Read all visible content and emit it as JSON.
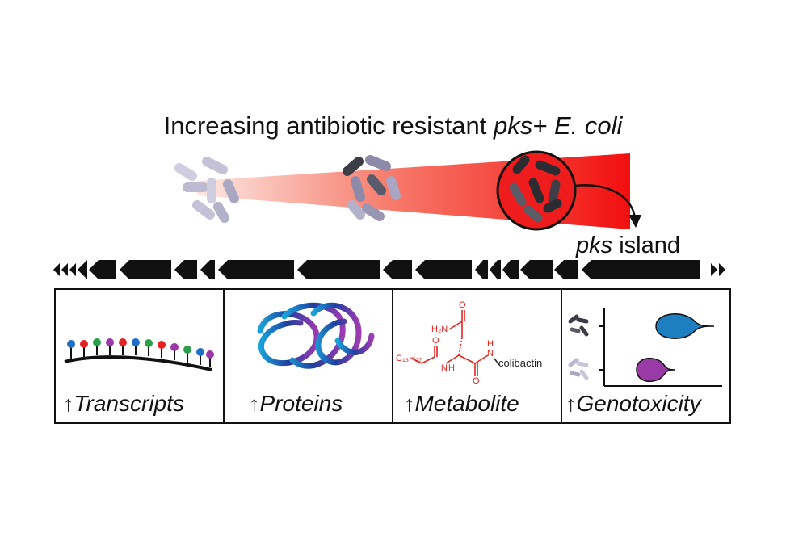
{
  "title": {
    "prefix": "Increasing antibiotic resistant ",
    "italic": "pks+ E. coli"
  },
  "island_label": {
    "italic": "pks",
    "suffix": " island"
  },
  "panels": [
    {
      "arrow": "↑",
      "label": "Transcripts"
    },
    {
      "arrow": "↑",
      "label": "Proteins"
    },
    {
      "arrow": "↑",
      "label": "Metabolite"
    },
    {
      "arrow": "↑",
      "label": "Genotoxicity"
    }
  ],
  "metabolite": {
    "h2n": "H₂N",
    "o_top": "O",
    "o_left": "O",
    "o_right": "O",
    "n_left": "N",
    "n_right": "N",
    "h_left": "H",
    "h_right": "H",
    "chain": "C₁₃H₂₇",
    "product": "colibactin"
  },
  "colors": {
    "gradient_start": "#fbe3dc",
    "gradient_end": "#f20f0f",
    "cell_light": "#c9c6db",
    "cell_mid": "#8b8aa6",
    "cell_dark": "#3b3b45",
    "violin_blue": "#1d7fc0",
    "violin_purple": "#9a3aa6"
  }
}
